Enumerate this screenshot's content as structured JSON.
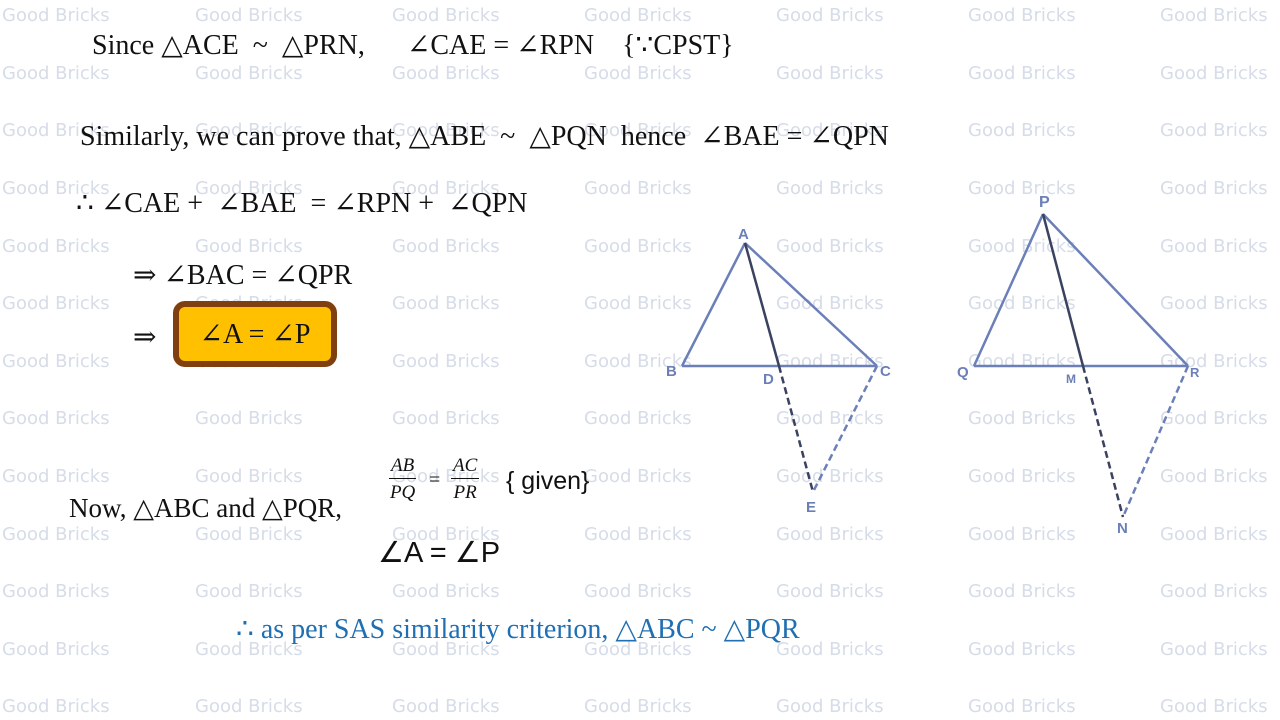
{
  "watermark": {
    "text": "Good Bricks",
    "color": "#d6dce8",
    "columns_x": [
      2,
      195,
      392,
      584,
      776,
      968,
      1160
    ],
    "rows_y": [
      5,
      63,
      120,
      178,
      236,
      293,
      351,
      408,
      466,
      524,
      581,
      639,
      696
    ]
  },
  "proof": {
    "line1": "Since △ACE  ~  △PRN,      ∠CAE = ∠RPN    {∵CPST}",
    "line2": "Similarly, we can prove that, △ABE  ~  △PQN  hence  ∠BAE = ∠QPN",
    "line3": "∴ ∠CAE +  ∠BAE  = ∠RPN +  ∠QPN",
    "line4": "⇒ ∠BAC = ∠QPR",
    "line5_arrow": "⇒",
    "highlight_box": "∠A = ∠P",
    "highlight_fill": "#ffc000",
    "highlight_border": "#7f3f0f",
    "line6_prefix": "Now, △ABC and △PQR,",
    "fraction1": {
      "num": "AB",
      "den": "PQ"
    },
    "equals": "=",
    "fraction2": {
      "num": "AC",
      "den": "PR"
    },
    "given": "{ given}",
    "line7": "∠A = ∠P",
    "conclusion": "∴ as per SAS similarity criterion, △ABC ~ △PQR",
    "conclusion_color": "#1f6fb2"
  },
  "figure1": {
    "labels": {
      "A": "A",
      "B": "B",
      "C": "C",
      "D": "D",
      "E": "E"
    },
    "line_color": "#6b7fb8",
    "median_color": "#3a4260"
  },
  "figure2": {
    "labels": {
      "P": "P",
      "Q": "Q",
      "R": "R",
      "M": "M",
      "N": "N"
    },
    "line_color": "#6b7fb8",
    "median_color": "#3a4260"
  }
}
